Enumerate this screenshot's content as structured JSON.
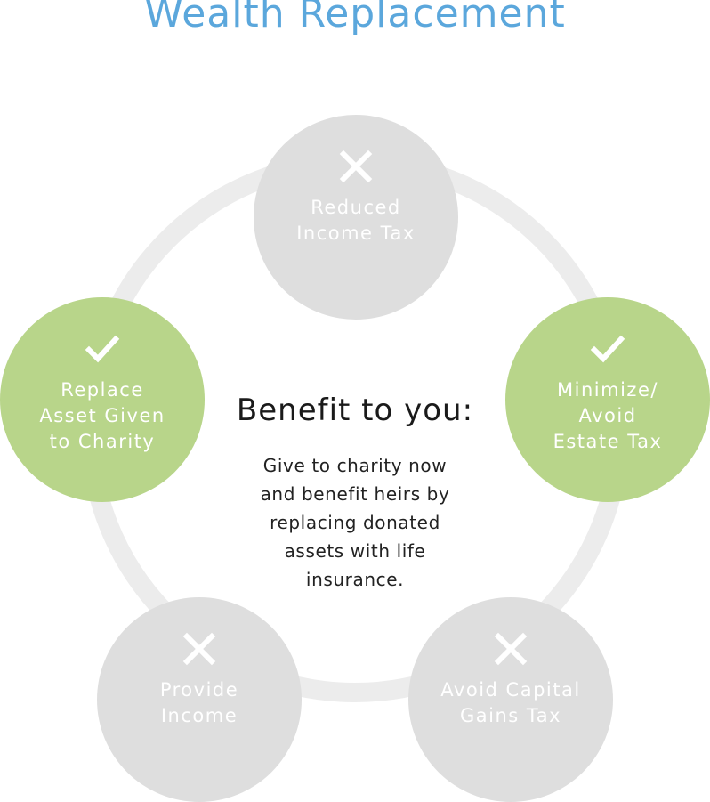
{
  "title": "Wealth Replacement",
  "center": {
    "heading": "Benefit to you:",
    "body": "Give to charity now and benefit heirs by replacing donated assets with life insurance."
  },
  "colors": {
    "title": "#5ba7dc",
    "ring": "#ececec",
    "node_no": "#dedede",
    "node_yes": "#b8d58a"
  },
  "nodes": [
    {
      "label": "Reduced\nIncome Tax",
      "icon": "x-icon",
      "status": "no"
    },
    {
      "label": "Minimize/\nAvoid\nEstate Tax",
      "icon": "check-icon",
      "status": "yes"
    },
    {
      "label": "Avoid Capital\nGains Tax",
      "icon": "x-icon",
      "status": "no"
    },
    {
      "label": "Provide\nIncome",
      "icon": "x-icon",
      "status": "no"
    },
    {
      "label": "Replace\nAsset Given\nto Charity",
      "icon": "check-icon",
      "status": "yes"
    }
  ]
}
